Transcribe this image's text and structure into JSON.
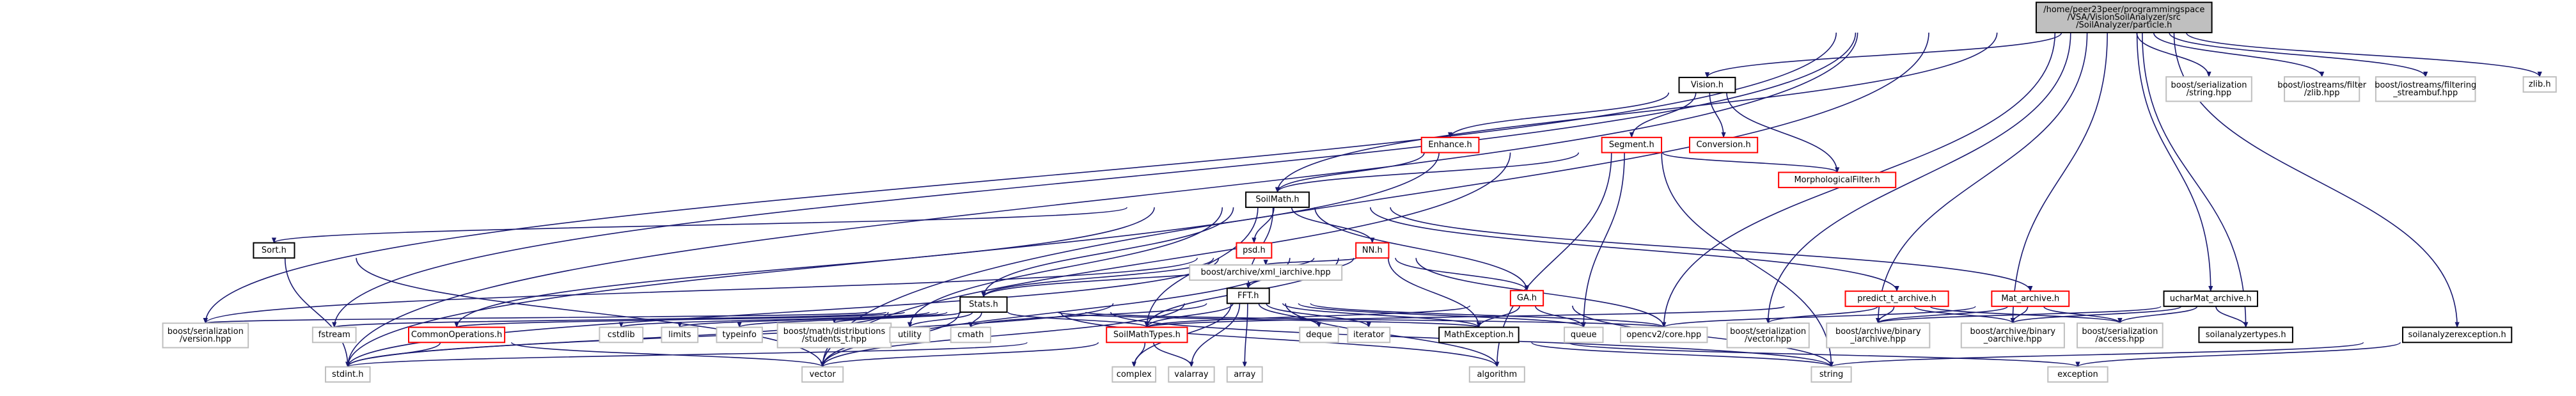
{
  "colors": {
    "edge": "#191970",
    "root_fill": "#bfbfbf",
    "default_stroke": "#000000",
    "external_stroke": "#bfbfbf",
    "red_stroke": "#ff0000"
  },
  "graph": {
    "nodes": [
      {
        "id": "root",
        "lines": [
          "/home/peer23peer/programmingspace",
          "/VSA/VisionSoilAnalyzer/src",
          "/SoilAnalyzer/particle.h"
        ],
        "style": "root"
      },
      {
        "id": "vision",
        "lines": [
          "Vision.h"
        ],
        "style": "doc"
      },
      {
        "id": "enhance",
        "lines": [
          "Enhance.h"
        ],
        "style": "red"
      },
      {
        "id": "segment",
        "lines": [
          "Segment.h"
        ],
        "style": "red"
      },
      {
        "id": "conversion",
        "lines": [
          "Conversion.h"
        ],
        "style": "red"
      },
      {
        "id": "morph",
        "lines": [
          "MorphologicalFilter.h"
        ],
        "style": "red"
      },
      {
        "id": "soilmath",
        "lines": [
          "SoilMath.h"
        ],
        "style": "doc"
      },
      {
        "id": "sort",
        "lines": [
          "Sort.h"
        ],
        "style": "doc"
      },
      {
        "id": "psd",
        "lines": [
          "psd.h"
        ],
        "style": "red"
      },
      {
        "id": "nn",
        "lines": [
          "NN.h"
        ],
        "style": "red"
      },
      {
        "id": "ga",
        "lines": [
          "GA.h"
        ],
        "style": "red"
      },
      {
        "id": "stats",
        "lines": [
          "Stats.h"
        ],
        "style": "doc"
      },
      {
        "id": "fft",
        "lines": [
          "FFT.h"
        ],
        "style": "doc"
      },
      {
        "id": "xmliarchive",
        "lines": [
          "boost/archive/xml_iarchive.hpp"
        ],
        "style": "ext"
      },
      {
        "id": "predict",
        "lines": [
          "predict_t_archive.h"
        ],
        "style": "red"
      },
      {
        "id": "mat",
        "lines": [
          "Mat_archive.h"
        ],
        "style": "red"
      },
      {
        "id": "ucharmat",
        "lines": [
          "ucharMat_archive.h"
        ],
        "style": "doc"
      },
      {
        "id": "bstring",
        "lines": [
          "boost/serialization",
          "/string.hpp"
        ],
        "style": "ext"
      },
      {
        "id": "zlib",
        "lines": [
          "boost/iostreams/filter",
          "/zlib.hpp"
        ],
        "style": "ext"
      },
      {
        "id": "streambuf",
        "lines": [
          "boost/iostreams/filtering",
          "_streambuf.hpp"
        ],
        "style": "ext"
      },
      {
        "id": "zlibh",
        "lines": [
          "zlib.h"
        ],
        "style": "ext"
      },
      {
        "id": "bversion",
        "lines": [
          "boost/serialization",
          "/version.hpp"
        ],
        "style": "ext"
      },
      {
        "id": "fstream",
        "lines": [
          "fstream"
        ],
        "style": "ext"
      },
      {
        "id": "cstdlib",
        "lines": [
          "cstdlib"
        ],
        "style": "ext"
      },
      {
        "id": "limits",
        "lines": [
          "limits"
        ],
        "style": "ext"
      },
      {
        "id": "typeinfo",
        "lines": [
          "typeinfo"
        ],
        "style": "ext"
      },
      {
        "id": "studentt",
        "lines": [
          "boost/math/distributions",
          "/students_t.hpp"
        ],
        "style": "ext"
      },
      {
        "id": "utility",
        "lines": [
          "utility"
        ],
        "style": "ext"
      },
      {
        "id": "cmath",
        "lines": [
          "cmath"
        ],
        "style": "ext"
      },
      {
        "id": "soilmathtypes",
        "lines": [
          "SoilMathTypes.h"
        ],
        "style": "red"
      },
      {
        "id": "commonops",
        "lines": [
          "CommonOperations.h"
        ],
        "style": "red"
      },
      {
        "id": "deque",
        "lines": [
          "deque"
        ],
        "style": "ext"
      },
      {
        "id": "iterator",
        "lines": [
          "iterator"
        ],
        "style": "ext"
      },
      {
        "id": "mathexc",
        "lines": [
          "MathException.h"
        ],
        "style": "doc"
      },
      {
        "id": "queue",
        "lines": [
          "queue"
        ],
        "style": "ext"
      },
      {
        "id": "opencv",
        "lines": [
          "opencv2/core.hpp"
        ],
        "style": "ext"
      },
      {
        "id": "bvector",
        "lines": [
          "boost/serialization",
          "/vector.hpp"
        ],
        "style": "ext"
      },
      {
        "id": "biarchive",
        "lines": [
          "boost/archive/binary",
          "_iarchive.hpp"
        ],
        "style": "ext"
      },
      {
        "id": "boarchive",
        "lines": [
          "boost/archive/binary",
          "_oarchive.hpp"
        ],
        "style": "ext"
      },
      {
        "id": "baccess",
        "lines": [
          "boost/serialization",
          "/access.hpp"
        ],
        "style": "ext"
      },
      {
        "id": "soiltypes",
        "lines": [
          "soilanalyzertypes.h"
        ],
        "style": "doc"
      },
      {
        "id": "soilexc",
        "lines": [
          "soilanalyzerexception.h"
        ],
        "style": "doc"
      },
      {
        "id": "stdint",
        "lines": [
          "stdint.h"
        ],
        "style": "ext"
      },
      {
        "id": "vector",
        "lines": [
          "vector"
        ],
        "style": "ext"
      },
      {
        "id": "complex",
        "lines": [
          "complex"
        ],
        "style": "ext"
      },
      {
        "id": "valarray",
        "lines": [
          "valarray"
        ],
        "style": "ext"
      },
      {
        "id": "array",
        "lines": [
          "array"
        ],
        "style": "ext"
      },
      {
        "id": "algorithm",
        "lines": [
          "algorithm"
        ],
        "style": "ext"
      },
      {
        "id": "string",
        "lines": [
          "string"
        ],
        "style": "ext"
      },
      {
        "id": "exception",
        "lines": [
          "exception"
        ],
        "style": "ext"
      }
    ],
    "edges": [
      [
        "root",
        "vision"
      ],
      [
        "root",
        "soilmath"
      ],
      [
        "root",
        "bstring"
      ],
      [
        "root",
        "zlib"
      ],
      [
        "root",
        "streambuf"
      ],
      [
        "root",
        "zlibh"
      ],
      [
        "root",
        "bversion"
      ],
      [
        "root",
        "opencv"
      ],
      [
        "root",
        "bvector"
      ],
      [
        "root",
        "biarchive"
      ],
      [
        "root",
        "boarchive"
      ],
      [
        "root",
        "ucharmat"
      ],
      [
        "root",
        "soiltypes"
      ],
      [
        "root",
        "soilexc"
      ],
      [
        "root",
        "stdint"
      ],
      [
        "root",
        "vector"
      ],
      [
        "root",
        "fstream"
      ],
      [
        "vision",
        "enhance"
      ],
      [
        "vision",
        "segment"
      ],
      [
        "vision",
        "conversion"
      ],
      [
        "vision",
        "morph"
      ],
      [
        "enhance",
        "soilmath"
      ],
      [
        "segment",
        "soilmath"
      ],
      [
        "segment",
        "morph"
      ],
      [
        "segment",
        "queue"
      ],
      [
        "segment",
        "algorithm"
      ],
      [
        "segment",
        "string"
      ],
      [
        "segment",
        "vector"
      ],
      [
        "segment",
        "stdint"
      ],
      [
        "soilmath",
        "sort"
      ],
      [
        "soilmath",
        "psd"
      ],
      [
        "soilmath",
        "nn"
      ],
      [
        "soilmath",
        "ga"
      ],
      [
        "soilmath",
        "stats"
      ],
      [
        "soilmath",
        "fft"
      ],
      [
        "soilmath",
        "predict"
      ],
      [
        "soilmath",
        "mat"
      ],
      [
        "soilmath",
        "soilmathtypes"
      ],
      [
        "soilmath",
        "commonops"
      ],
      [
        "soilmath",
        "utility"
      ],
      [
        "sort",
        "stdint"
      ],
      [
        "sort",
        "vector"
      ],
      [
        "psd",
        "stats"
      ],
      [
        "nn",
        "stats"
      ],
      [
        "nn",
        "fft"
      ],
      [
        "nn",
        "ga"
      ],
      [
        "nn",
        "xmliarchive"
      ],
      [
        "nn",
        "soilmathtypes"
      ],
      [
        "nn",
        "mathexc"
      ],
      [
        "nn",
        "bversion"
      ],
      [
        "nn",
        "vector"
      ],
      [
        "nn",
        "stdint"
      ],
      [
        "nn",
        "opencv"
      ],
      [
        "ga",
        "soilmathtypes"
      ],
      [
        "ga",
        "mathexc"
      ],
      [
        "ga",
        "queue"
      ],
      [
        "ga",
        "string"
      ],
      [
        "stats",
        "bversion"
      ],
      [
        "stats",
        "fstream"
      ],
      [
        "stats",
        "cstdlib"
      ],
      [
        "stats",
        "limits"
      ],
      [
        "stats",
        "typeinfo"
      ],
      [
        "stats",
        "studentt"
      ],
      [
        "stats",
        "utility"
      ],
      [
        "stats",
        "cmath"
      ],
      [
        "stats",
        "soilmathtypes"
      ],
      [
        "stats",
        "commonops"
      ],
      [
        "stats",
        "mathexc"
      ],
      [
        "stats",
        "vector"
      ],
      [
        "stats",
        "stdint"
      ],
      [
        "stats",
        "algorithm"
      ],
      [
        "stats",
        "opencv"
      ],
      [
        "stats",
        "string"
      ],
      [
        "fft",
        "cmath"
      ],
      [
        "fft",
        "soilmathtypes"
      ],
      [
        "fft",
        "deque"
      ],
      [
        "fft",
        "iterator"
      ],
      [
        "fft",
        "mathexc"
      ],
      [
        "fft",
        "queue"
      ],
      [
        "fft",
        "complex"
      ],
      [
        "fft",
        "valarray"
      ],
      [
        "fft",
        "array"
      ],
      [
        "fft",
        "vector"
      ],
      [
        "fft",
        "stdint"
      ],
      [
        "fft",
        "algorithm"
      ],
      [
        "fft",
        "opencv"
      ],
      [
        "predict",
        "soilmathtypes"
      ],
      [
        "predict",
        "bvector"
      ],
      [
        "predict",
        "biarchive"
      ],
      [
        "predict",
        "boarchive"
      ],
      [
        "predict",
        "baccess"
      ],
      [
        "mat",
        "opencv"
      ],
      [
        "mat",
        "biarchive"
      ],
      [
        "mat",
        "boarchive"
      ],
      [
        "mat",
        "baccess"
      ],
      [
        "ucharmat",
        "biarchive"
      ],
      [
        "ucharmat",
        "boarchive"
      ],
      [
        "ucharmat",
        "baccess"
      ],
      [
        "ucharmat",
        "soiltypes"
      ],
      [
        "soilmathtypes",
        "complex"
      ],
      [
        "soilmathtypes",
        "valarray"
      ],
      [
        "soilmathtypes",
        "vector"
      ],
      [
        "soilmathtypes",
        "stdint"
      ],
      [
        "commonops",
        "stdint"
      ],
      [
        "commonops",
        "vector"
      ],
      [
        "mathexc",
        "string"
      ],
      [
        "mathexc",
        "exception"
      ],
      [
        "soilexc",
        "string"
      ],
      [
        "soilexc",
        "exception"
      ]
    ]
  }
}
